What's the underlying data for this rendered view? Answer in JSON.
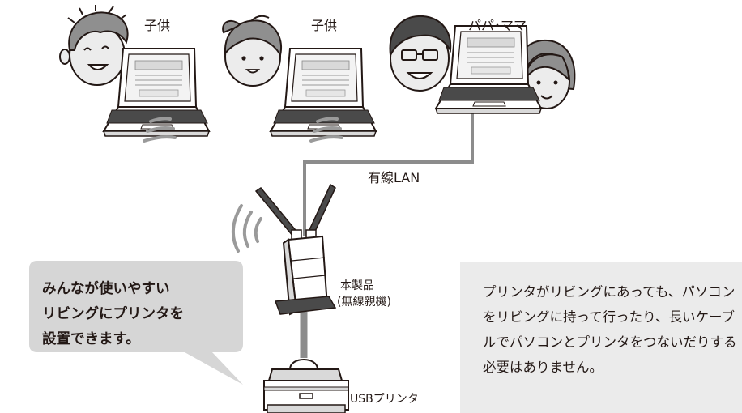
{
  "people": {
    "child1_label": "子供",
    "child2_label": "子供",
    "parents_label": "パパ･ママ"
  },
  "network": {
    "wired_label": "有線LAN",
    "device_name": "本製品",
    "device_sub": "(無線親機)",
    "printer_label": "USBプリンタ"
  },
  "callout": {
    "lines": [
      "みんなが使いやすい",
      "リビングにプリンタを",
      "設置できます。"
    ]
  },
  "note": {
    "text": "プリンタがリビングにあっても、パソコンをリビングに持って行ったり、長いケーブルでパソコンとプリンタをつないだりする必要はありません。"
  },
  "colors": {
    "cable": "#8c8c8c",
    "bubble": "#d6d6d6",
    "note_bg": "#ebebeb",
    "outline": "#231815",
    "skin": "#ececec",
    "hair": "#8f8f8f"
  },
  "icons": [
    "boy-face-icon",
    "girl-face-icon",
    "father-face-icon",
    "mother-face-icon",
    "laptop-icon",
    "wifi-waves-icon",
    "router-icon",
    "printer-icon"
  ]
}
